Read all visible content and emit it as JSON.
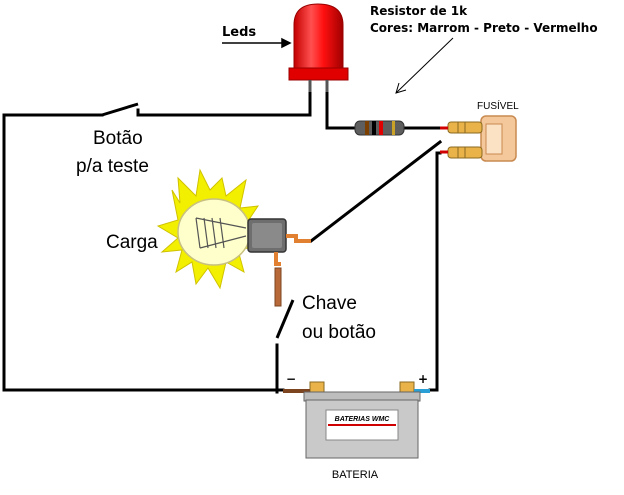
{
  "labels": {
    "leds": "Leds",
    "resistor_line1": "Resistor de 1k",
    "resistor_line2": "Cores: Marrom - Preto - Vermelho",
    "fuse": "FUSÍVEL",
    "test_button_line1": "Botão",
    "test_button_line2": "p/a teste",
    "load": "Carga",
    "switch_line1": "Chave",
    "switch_line2": "ou botão",
    "battery_brand": "BATERIAS WMC",
    "battery": "BATERIA",
    "minus": "−",
    "plus": "+"
  },
  "colors": {
    "wire": "#000000",
    "led": "#ff1a1a",
    "led_dark": "#b30000",
    "resistor_body": "#5a5a5a",
    "band_brown": "#7b3f00",
    "band_black": "#000000",
    "band_red": "#e00000",
    "copper": "#b8693a",
    "fuse": "#f4c89a",
    "bulb_glow": "#f2f000",
    "positive_wire": "#2a9fd6"
  }
}
